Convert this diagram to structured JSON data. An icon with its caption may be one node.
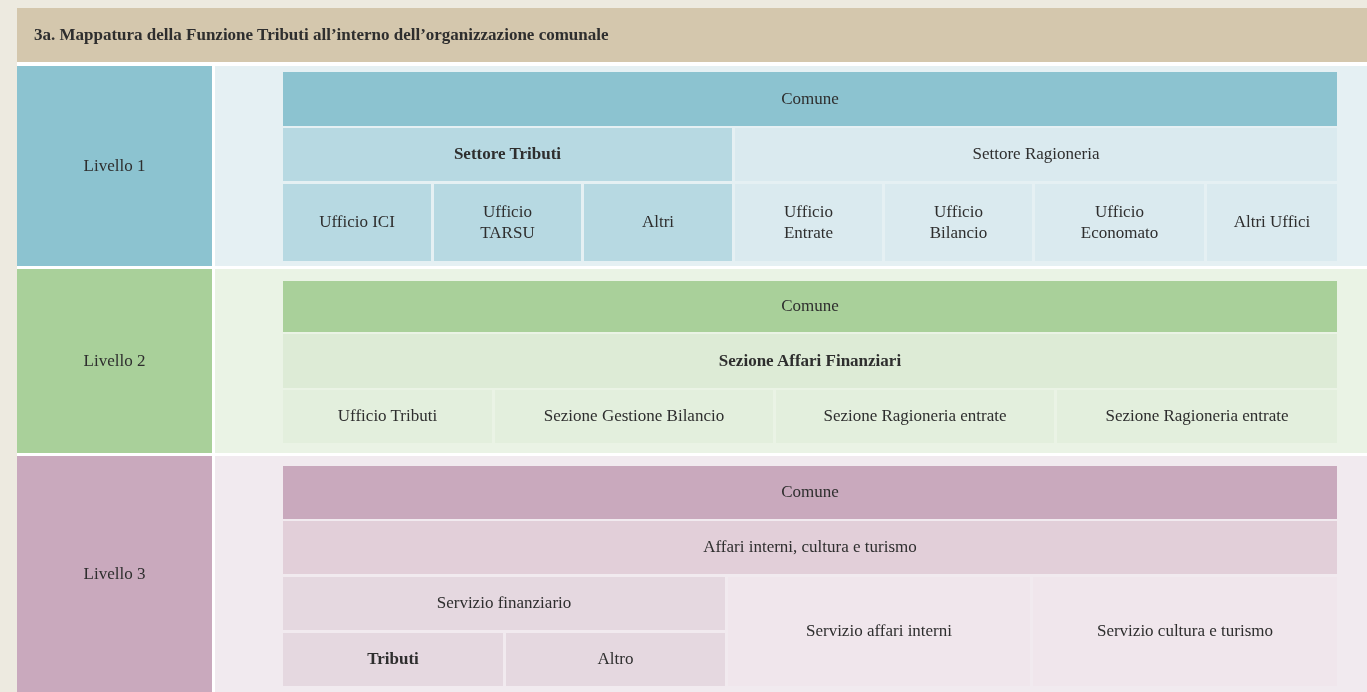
{
  "diagram": {
    "title": "3a. Mappatura della Funzione Tributi all’interno dell’organizzazione comunale",
    "nodes": [
      {
        "text": [
          "Livello 1"
        ]
      },
      {
        "text": [
          "Comune"
        ]
      },
      {
        "text": [
          "Settore Tributi"
        ]
      },
      {
        "text": [
          "Settore Ragioneria"
        ]
      },
      {
        "text": [
          "Ufficio ICI"
        ]
      },
      {
        "text": [
          "Ufficio TARSU"
        ]
      },
      {
        "text": [
          "Altri"
        ]
      },
      {
        "text": [
          "Ufficio Entrate"
        ]
      },
      {
        "text": [
          "Ufficio Bilancio"
        ]
      },
      {
        "text": [
          "Ufficio Economato"
        ]
      },
      {
        "text": [
          "Altri Uffici"
        ]
      },
      {
        "text": [
          "Livello 2"
        ]
      },
      {
        "text": [
          "Comune"
        ]
      },
      {
        "text": [
          "Sezione Affari Finanziari"
        ]
      },
      {
        "text": [
          "Ufficio Tributi"
        ]
      },
      {
        "text": [
          "Sezione Gestione Bilancio"
        ]
      },
      {
        "text": [
          "Sezione Ragioneria entrate"
        ]
      },
      {
        "text": [
          "Sezione Ragioneria entrate"
        ]
      },
      {
        "text": [
          "Livello 3"
        ]
      },
      {
        "text": [
          "Comune"
        ]
      },
      {
        "text": [
          "Affari interni, cultura e turismo"
        ]
      },
      {
        "text": [
          "Servizio finanziario"
        ]
      },
      {
        "text": [
          "Servizio affari interni"
        ]
      },
      {
        "text": [
          "Servizio cultura e turismo"
        ]
      },
      {
        "text": [
          "Tributi"
        ]
      },
      {
        "text": [
          "Altro"
        ]
      }
    ]
  }
}
